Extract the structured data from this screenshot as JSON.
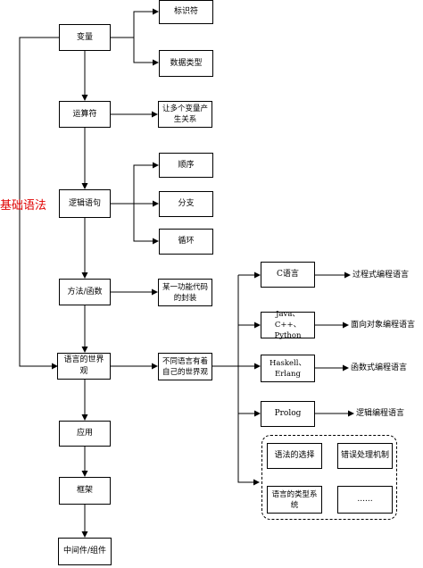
{
  "side_title": "基础语法",
  "nodes": {
    "var": "变量",
    "identifier": "标识符",
    "datatype": "数据类型",
    "operator": "运算符",
    "operator_desc": "让多个变量产生关系",
    "logic": "逻辑语句",
    "seq": "顺序",
    "branch": "分支",
    "loop": "循环",
    "method": "方法/函数",
    "method_desc": "某一功能代码的封装",
    "worldview": "语言的世界观",
    "worldview_desc": "不同语言有着自己的世界观",
    "clang": "C语言",
    "oop_langs": "Java、C++、Python",
    "func_langs": "Haskell、Erlang",
    "prolog": "Prolog",
    "app": "应用",
    "framework": "框架",
    "middleware": "中间件/组件",
    "syntax_choice": "语法的选择",
    "error_handling": "错误处理机制",
    "type_system": "语言的类型系统",
    "ellipsis": "......"
  },
  "labels": {
    "procedural": "过程式编程语言",
    "oop": "面向对象编程语言",
    "functional": "函数式编程语言",
    "logic_prog": "逻辑编程语言"
  }
}
